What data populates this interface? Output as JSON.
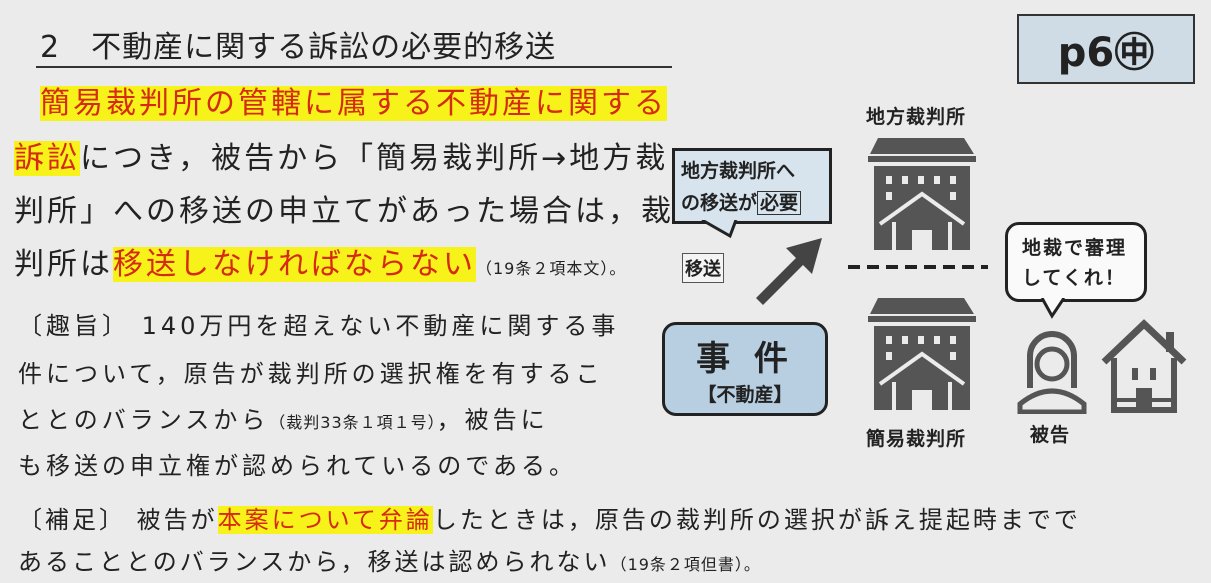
{
  "title": "2　不動産に関する訴訟の必要的移送",
  "page_badge": "p6㊥",
  "main": {
    "l1": "簡易裁判所の管轄に属する不動産に関する",
    "l2a": "訴訟",
    "l2b": "につき，被告から「簡易裁判所→地方裁",
    "l3": "判所」への移送の申立てがあった場合は，裁",
    "l4a": "判所は",
    "l4b": "移送しなければならない",
    "l4c": "（19条２項本文）。"
  },
  "purpose": {
    "l1": "〔趣旨〕 140万円を超えない不動産に関する事",
    "l2": "件について，原告が裁判所の選択権を有するこ",
    "l3a": "ととのバランスから",
    "l3b": "（裁判33条１項１号）",
    "l3c": "，被告に",
    "l4": "も移送の申立権が認められているのである。"
  },
  "supplement": {
    "l1a": "〔補足〕 被告が",
    "l1b": "本案について弁論",
    "l1c": "したときは，原告の裁判所の選択が訴え提起時までで",
    "l2a": "あることとのバランスから，移送は認められない",
    "l2b": "（19条２項但書）。"
  },
  "diagram": {
    "bubble_l1": "地方裁判所へ",
    "bubble_l2a": "の移送が",
    "bubble_l2b": "必要",
    "transfer_label": "移送",
    "case_title": "事 件",
    "case_sub": "【不動産】",
    "district_court": "地方裁判所",
    "summary_court": "簡易裁判所",
    "defendant_bubble_l1": "地裁で審理",
    "defendant_bubble_l2": "してくれ！",
    "defendant": "被告"
  }
}
